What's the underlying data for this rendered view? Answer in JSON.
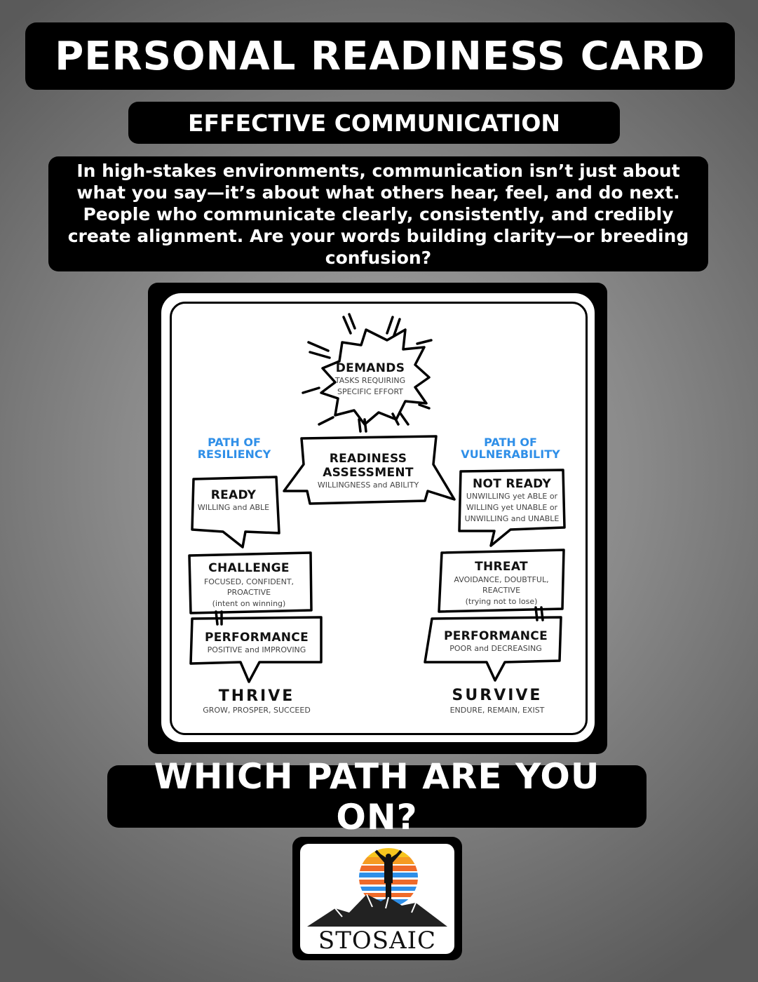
{
  "header": {
    "title": "PERSONAL READINESS CARD",
    "subtitle": "EFFECTIVE COMMUNICATION"
  },
  "intro": "In high-stakes environments, communication isn’t just about what you say—it’s about what others hear, feel, and do next. People who communicate clearly, consistently, and credibly create alignment. Are your words building clarity—or breeding confusion?",
  "diagram": {
    "demands": {
      "title": "DEMANDS",
      "lines": [
        "TASKS REQUIRING",
        "SPECIFIC EFFORT"
      ]
    },
    "assessment": {
      "title_lines": [
        "READINESS",
        "ASSESSMENT"
      ],
      "sub": "WILLINGNESS and ABILITY"
    },
    "left": {
      "path_lines": [
        "PATH OF",
        "RESILIENCY"
      ],
      "ready": {
        "title": "READY",
        "sub": "WILLING and ABLE"
      },
      "challenge": {
        "title": "CHALLENGE",
        "lines": [
          "FOCUSED, CONFIDENT,",
          "PROACTIVE",
          "(intent on winning)"
        ]
      },
      "performance": {
        "title": "PERFORMANCE",
        "sub": "POSITIVE and IMPROVING"
      },
      "outcome": {
        "title": "THRIVE",
        "sub": "GROW, PROSPER, SUCCEED"
      }
    },
    "right": {
      "path_lines": [
        "PATH OF",
        "VULNERABILITY"
      ],
      "ready": {
        "title": "NOT READY",
        "lines": [
          "UNWILLING yet ABLE or",
          "WILLING yet UNABLE or",
          "UNWILLING and UNABLE"
        ]
      },
      "challenge": {
        "title": "THREAT",
        "lines": [
          "AVOIDANCE, DOUBTFUL,",
          "REACTIVE",
          "(trying not to lose)"
        ]
      },
      "performance": {
        "title": "PERFORMANCE",
        "sub": "POOR and DECREASING"
      },
      "outcome": {
        "title": "SURVIVE",
        "sub": "ENDURE, REMAIN, EXIST"
      }
    },
    "accent": "#2f8fe8"
  },
  "question": "WHICH PATH ARE YOU ON?",
  "logo": {
    "text": "STOSAIC"
  }
}
